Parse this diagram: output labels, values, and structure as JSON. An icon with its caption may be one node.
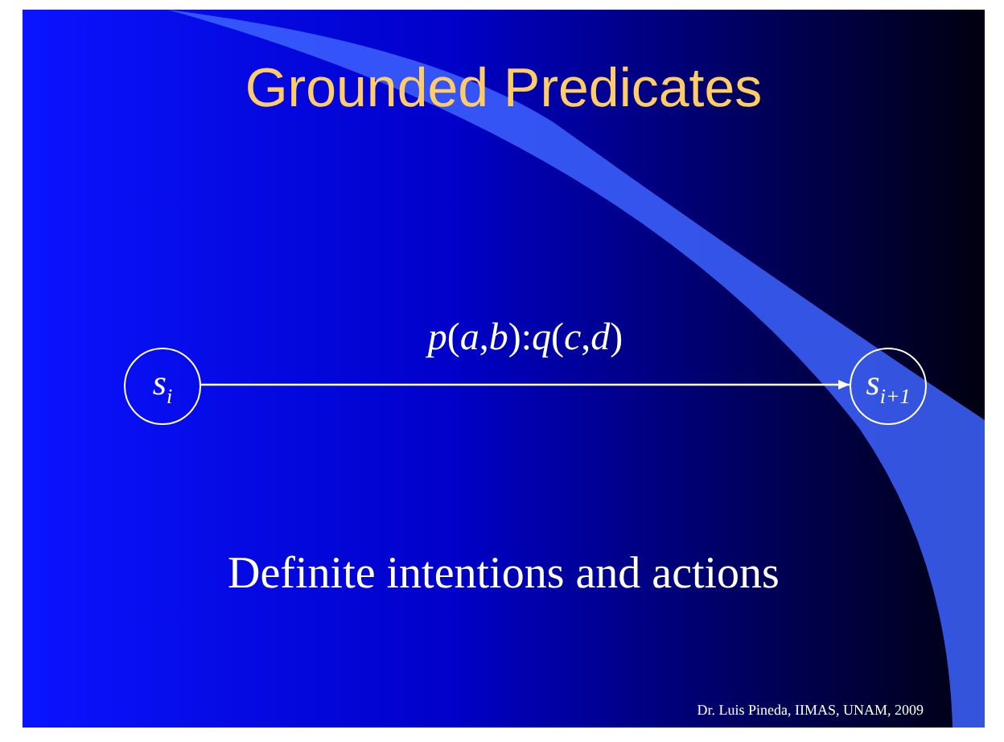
{
  "diagram": {
    "title": "Grounded Predicates",
    "nodes": [
      {
        "text": [
          "s$_{i}$"
        ]
      },
      {
        "text": [
          "s$_{i+1}$"
        ]
      }
    ],
    "edges": [
      {
        "from": 0,
        "to": 1,
        "arrow": "to",
        "label": "*p*(*a*,*b*):*q*(*c*,*d*)"
      }
    ],
    "labels": [
      "Definite intentions and actions",
      "Dr. Luis Pineda, IIMAS, UNAM, 2009"
    ]
  }
}
